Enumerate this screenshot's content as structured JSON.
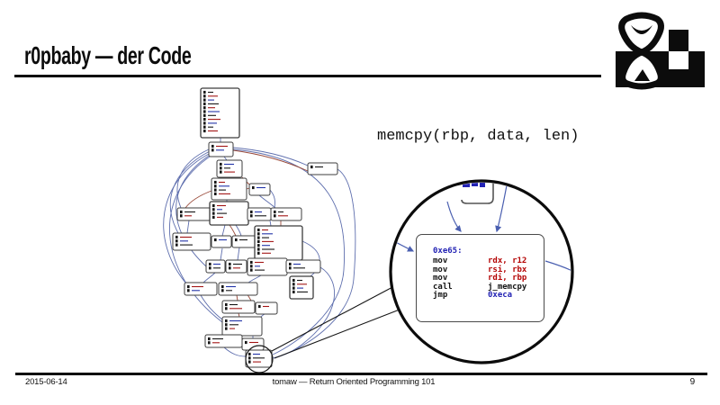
{
  "header": {
    "title": "r0pbaby — der Code"
  },
  "annotation": {
    "code_call": "memcpy(rbp, data, len)"
  },
  "magnifier": {
    "block_label": "0xe65:",
    "instructions": [
      {
        "mnemonic": "mov",
        "operands": "rdx, r12"
      },
      {
        "mnemonic": "mov",
        "operands": "rsi, rbx"
      },
      {
        "mnemonic": "mov",
        "operands": "rdi, rbp"
      },
      {
        "mnemonic": "call",
        "operands": "j_memcpy"
      },
      {
        "mnemonic": "jmp",
        "operands": "0xeca"
      }
    ]
  },
  "footer": {
    "date": "2015-06-14",
    "attribution": "tomaw — Return Oriented Programming 101",
    "page_number": "9"
  },
  "colors": {
    "ink": "#0c0c0c",
    "asm_label_blue": "#2323b4",
    "asm_operand_red": "#b40404",
    "edge_blue": "#5f6fae",
    "edge_red": "#9a4a3a"
  }
}
